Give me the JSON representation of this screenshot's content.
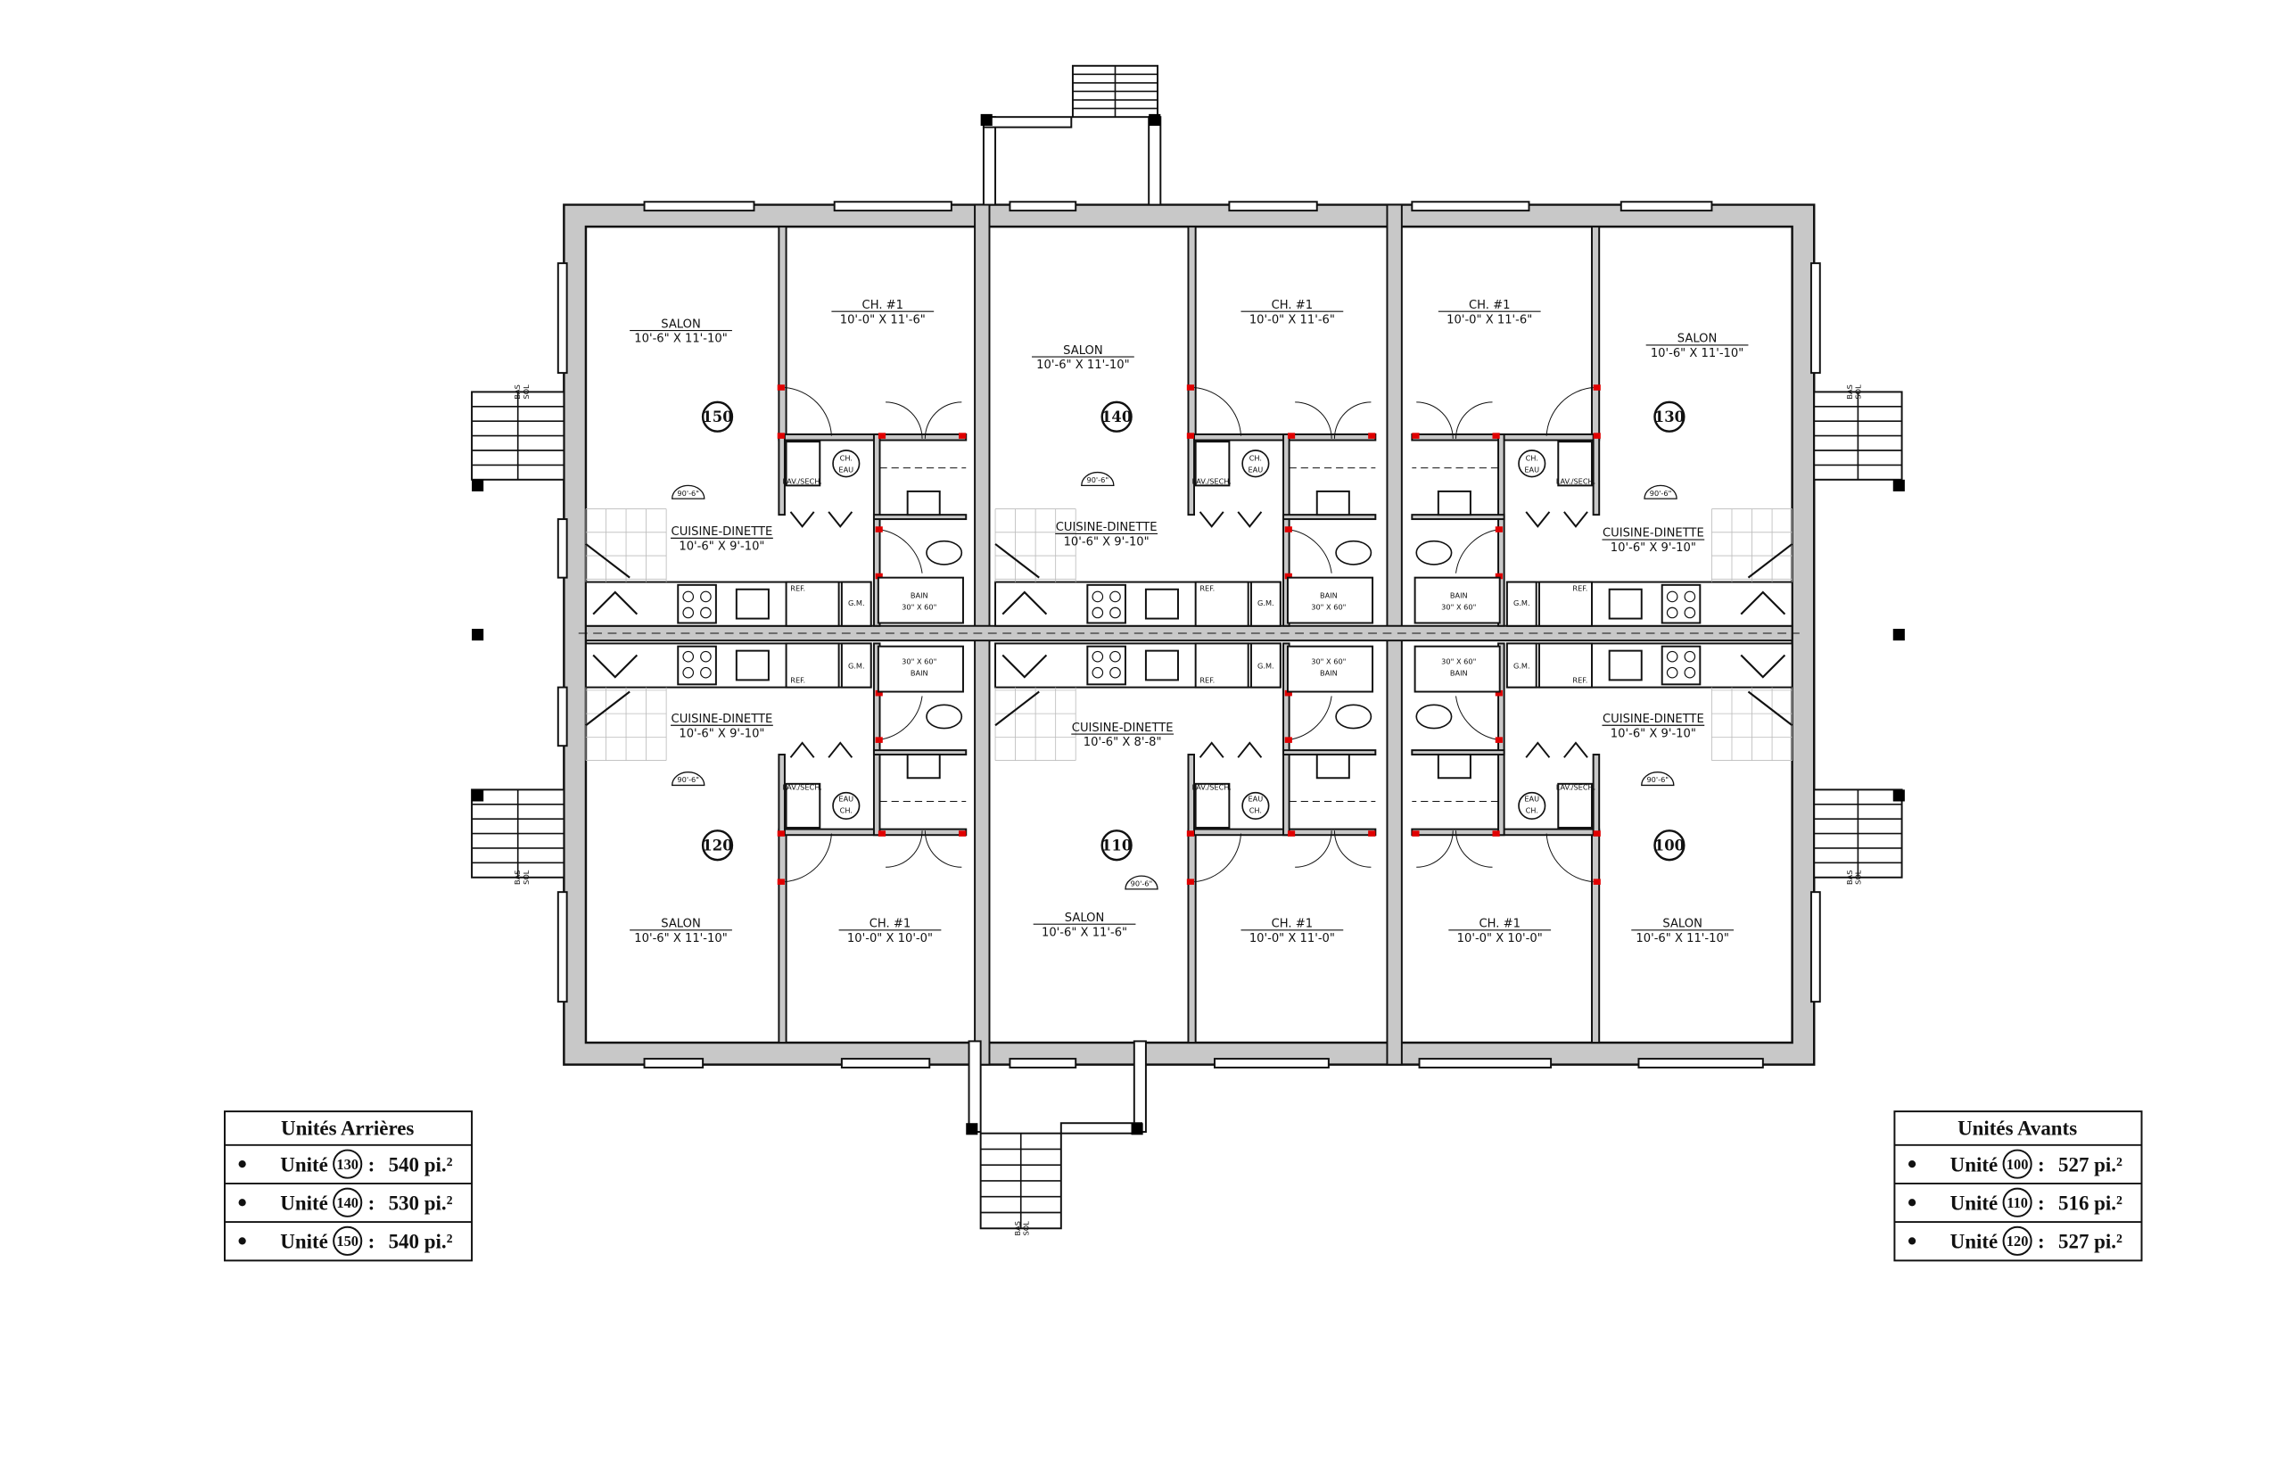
{
  "units": [
    {
      "number": "150",
      "area_mark": "90'-6\"",
      "rooms": [
        {
          "name": "SALON",
          "dims": "10'-6\" X 11'-10\""
        },
        {
          "name": "CH. #1",
          "dims": "10'-0\" X 11'-6\""
        },
        {
          "name": "CUISINE-DINETTE",
          "dims": "10'-6\" X 9'-10\""
        }
      ]
    },
    {
      "number": "140",
      "area_mark": "90'-6\"",
      "rooms": [
        {
          "name": "SALON",
          "dims": "10'-6\" X 11'-10\""
        },
        {
          "name": "CH. #1",
          "dims": "10'-0\" X 11'-6\""
        },
        {
          "name": "CUISINE-DINETTE",
          "dims": "10'-6\" X 9'-10\""
        }
      ]
    },
    {
      "number": "130",
      "area_mark": "90'-6\"",
      "rooms": [
        {
          "name": "SALON",
          "dims": "10'-6\" X 11'-10\""
        },
        {
          "name": "CH. #1",
          "dims": "10'-0\" X 11'-6\""
        },
        {
          "name": "CUISINE-DINETTE",
          "dims": "10'-6\" X 9'-10\""
        }
      ]
    },
    {
      "number": "120",
      "area_mark": "90'-6\"",
      "rooms": [
        {
          "name": "SALON",
          "dims": "10'-6\" X 11'-10\""
        },
        {
          "name": "CH. #1",
          "dims": "10'-0\" X 10'-0\""
        },
        {
          "name": "CUISINE-DINETTE",
          "dims": "10'-6\" X 9'-10\""
        }
      ]
    },
    {
      "number": "110",
      "area_mark": "90'-6\"",
      "rooms": [
        {
          "name": "SALON",
          "dims": "10'-6\" X 11'-6\""
        },
        {
          "name": "CH. #1",
          "dims": "10'-0\" X 11'-0\""
        },
        {
          "name": "CUISINE-DINETTE",
          "dims": "10'-6\" X 8'-8\""
        }
      ]
    },
    {
      "number": "100",
      "area_mark": "90'-6\"",
      "rooms": [
        {
          "name": "SALON",
          "dims": "10'-6\" X 11'-10\""
        },
        {
          "name": "CH. #1",
          "dims": "10'-0\" X 10'-0\""
        },
        {
          "name": "CUISINE-DINETTE",
          "dims": "10'-6\" X 9'-10\""
        }
      ]
    }
  ],
  "fixtures": {
    "laundry": "LAV./SECH.",
    "water_heater_1": "CH.",
    "water_heater_2": "EAU",
    "fridge": "REF.",
    "cabinet": "G.M.",
    "bath": "BAIN",
    "bath_size": "30\" X 60\""
  },
  "stairs": {
    "down": "BAS",
    "ground": "SOL"
  },
  "legend": [
    {
      "title": "Unités Arrières",
      "rows": [
        {
          "label": "Unité",
          "unit": "130",
          "sep": ":",
          "area": "540 pi.²"
        },
        {
          "label": "Unité",
          "unit": "140",
          "sep": ":",
          "area": "530 pi.²"
        },
        {
          "label": "Unité",
          "unit": "150",
          "sep": ":",
          "area": "540 pi.²"
        }
      ]
    },
    {
      "title": "Unités Avants",
      "rows": [
        {
          "label": "Unité",
          "unit": "100",
          "sep": ":",
          "area": "527 pi.²"
        },
        {
          "label": "Unité",
          "unit": "110",
          "sep": ":",
          "area": "516 pi.²"
        },
        {
          "label": "Unité",
          "unit": "120",
          "sep": ":",
          "area": "527 pi.²"
        }
      ]
    }
  ],
  "colors": {
    "wall": "#c8c8c8",
    "line": "#111111",
    "door_jamb": "#e00000"
  }
}
